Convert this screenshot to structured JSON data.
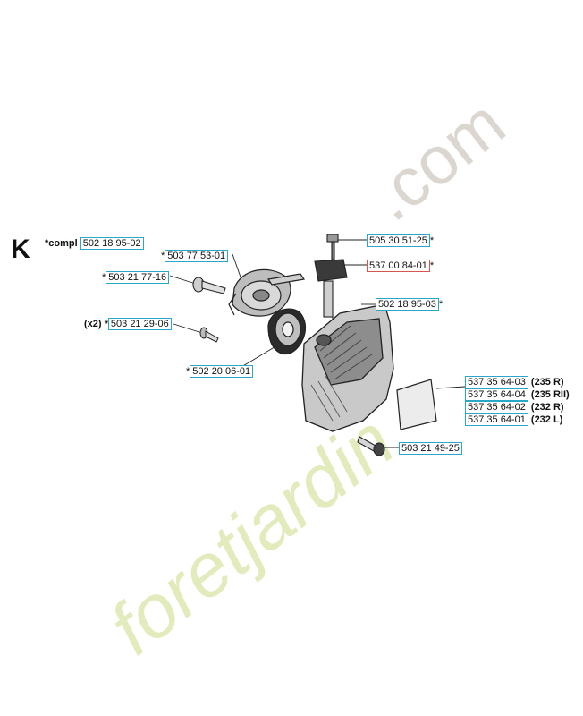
{
  "section": {
    "letter": "K"
  },
  "watermark": {
    "text": "foretjardin",
    "suffix": ".com",
    "colors": {
      "main": "#dfe9b5",
      "accent": "#e9c6aa",
      "suffix": "#d8d3cc"
    }
  },
  "labels": [
    {
      "id": "compl",
      "prefix": "*compl",
      "pn": "502 18 95-02",
      "suffix": ""
    },
    {
      "id": "recoil-spring",
      "prefix": "*",
      "pn": "503 77 53-01",
      "suffix": ""
    },
    {
      "id": "center-bolt",
      "prefix": "*",
      "pn": "503 21 77-16",
      "suffix": ""
    },
    {
      "id": "screws-x2",
      "prefix": "(x2) *",
      "pn": "503 21 29-06",
      "suffix": ""
    },
    {
      "id": "pulley",
      "prefix": "*",
      "pn": "502 20 06-01",
      "suffix": ""
    },
    {
      "id": "handle-top",
      "prefix": "",
      "pn": "505 30 51-25",
      "suffix": "*"
    },
    {
      "id": "handle-grip",
      "prefix": "",
      "pn": "537 00 84-01",
      "suffix": "*"
    },
    {
      "id": "housing",
      "prefix": "",
      "pn": "502 18 95-03",
      "suffix": "*"
    },
    {
      "id": "decal-235r",
      "prefix": "",
      "pn": "537 35 64-03",
      "suffix": "(235 R)"
    },
    {
      "id": "decal-235rii",
      "prefix": "",
      "pn": "537 35 64-04",
      "suffix": "(235 RII)"
    },
    {
      "id": "decal-232r",
      "prefix": "",
      "pn": "537 35 64-02",
      "suffix": "(232 R)"
    },
    {
      "id": "decal-232l",
      "prefix": "",
      "pn": "537 35 64-01",
      "suffix": "(232 L)"
    },
    {
      "id": "housing-screw",
      "prefix": "",
      "pn": "503 21 49-25",
      "suffix": ""
    }
  ]
}
